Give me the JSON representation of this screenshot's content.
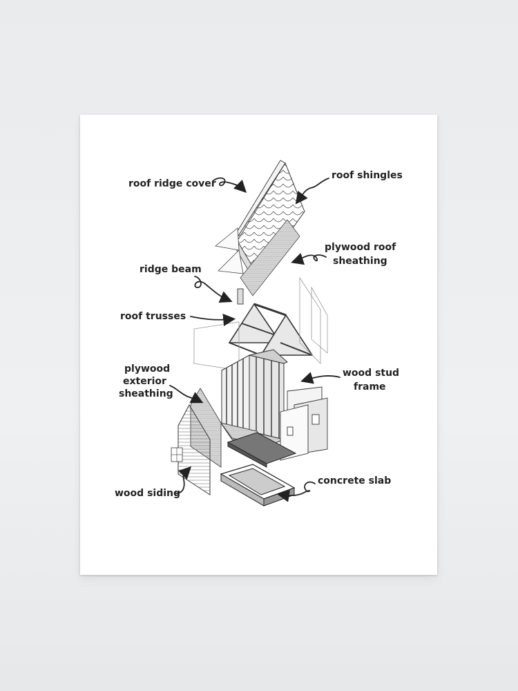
{
  "labels": {
    "roof_ridge_cover": "roof ridge cover",
    "roof_shingles": "roof shingles",
    "plywood_roof_line1": "plywood roof",
    "plywood_roof_line2": "sheathing",
    "ridge_beam": "ridge beam",
    "roof_trusses": "roof trusses",
    "plywood_ext_line1": "plywood",
    "plywood_ext_line2": "exterior",
    "plywood_ext_line3": "sheathing",
    "wood_stud_line1": "wood stud",
    "wood_stud_line2": "frame",
    "wood_siding": "wood siding",
    "concrete_slab": "concrete slab"
  },
  "colors": {
    "ink": "#222222",
    "poster_bg": "#ffffff",
    "wall_bg": "#eceef0"
  }
}
